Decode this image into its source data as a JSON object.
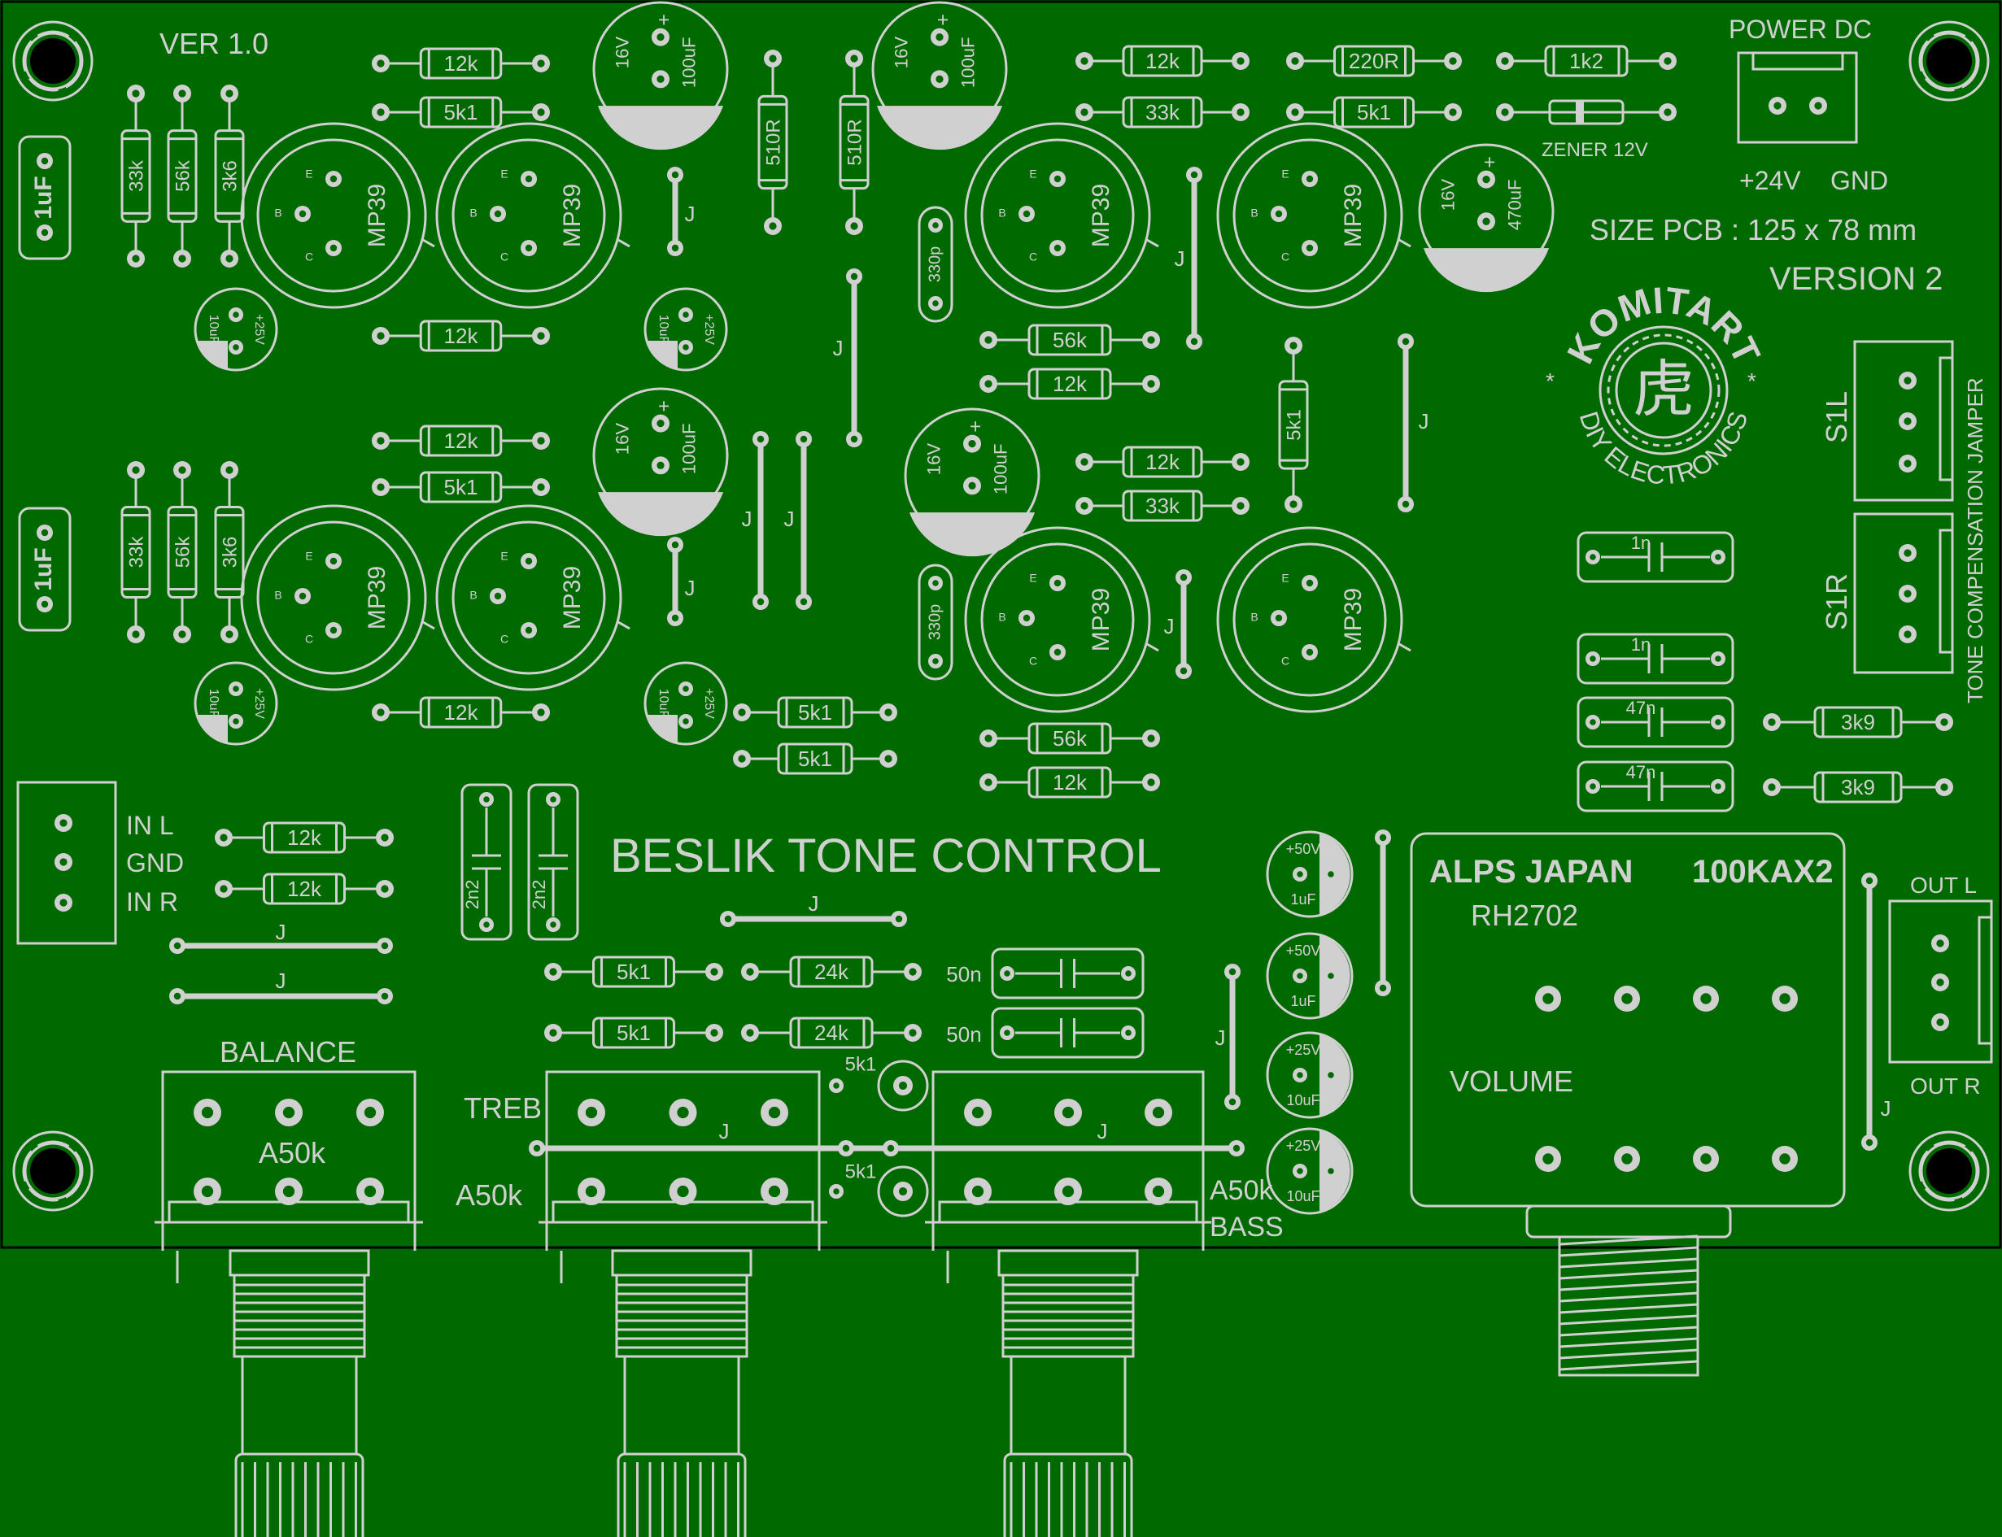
{
  "board": {
    "colors": {
      "board": "#006a00",
      "silk": "#d0d0d0",
      "outline": "#000000"
    },
    "version_short": "VER 1.0",
    "version": "VERSION 2",
    "size": "SIZE PCB : 125 x 78 mm",
    "title": "BESLIK TONE CONTROL",
    "logo": {
      "name": "KOMITART",
      "sub": "DIY ELECTRONICS",
      "glyph": "虎"
    },
    "power": {
      "title": "POWER DC",
      "plus": "+24V",
      "gnd": "GND"
    },
    "zener": "ZENER 12V",
    "input": {
      "l": "IN L",
      "gnd": "GND",
      "r": "IN R"
    },
    "output": {
      "l": "OUT L",
      "r": "OUT R"
    },
    "jumper_side": "TONE COMPENSATION JAMPER",
    "s1l": "S1L",
    "s1r": "S1R",
    "pots": {
      "balance": "BALANCE",
      "balance_val": "A50k",
      "treb": "TREB",
      "treb_val": "A50k",
      "bass": "BASS",
      "bass_val": "A50k",
      "volume_brand": "ALPS JAPAN",
      "volume_model": "100KAX2",
      "volume_code": "RH2702",
      "volume": "VOLUME"
    },
    "labels": {
      "r12k": "12k",
      "r5k1": "5k1",
      "r33k": "33k",
      "r56k": "56k",
      "r3k6": "3k6",
      "r510r": "510R",
      "r220r": "220R",
      "r1k2": "1k2",
      "r24k": "24k",
      "r3k9": "3k9",
      "c1uf": "1uF",
      "c1n": "1n",
      "c47n": "47n",
      "c50n": "50n",
      "c330p": "330p",
      "c2n2": "2n2",
      "c100uf": "100uF",
      "c16v": "16V",
      "c10uf": "10uF",
      "c25v": "+25V",
      "c470uf": "470uF",
      "c50v": "+50V",
      "c1uf_small": "1uF",
      "transistor": "MP39",
      "jumper": "J",
      "e": "E",
      "b": "B",
      "c": "C"
    }
  }
}
